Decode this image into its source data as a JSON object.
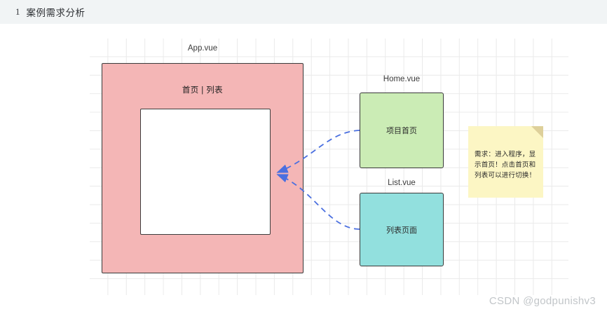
{
  "header": {
    "number": "1",
    "title": "案例需求分析"
  },
  "diagram": {
    "app": {
      "caption": "App.vue",
      "menu": "首页 | 列表",
      "color": "#f4b6b6"
    },
    "home": {
      "caption": "Home.vue",
      "label": "项目首页",
      "color": "#cbecb5"
    },
    "list": {
      "caption": "List.vue",
      "label": "列表页面",
      "color": "#92e0de"
    },
    "note": {
      "text": "需求：进入程序，显示首页！点击首页和列表可以进行切换！",
      "color": "#fcf6c4"
    },
    "arrow_color": "#4a6fe0"
  },
  "watermark": "CSDN @godpunishv3"
}
